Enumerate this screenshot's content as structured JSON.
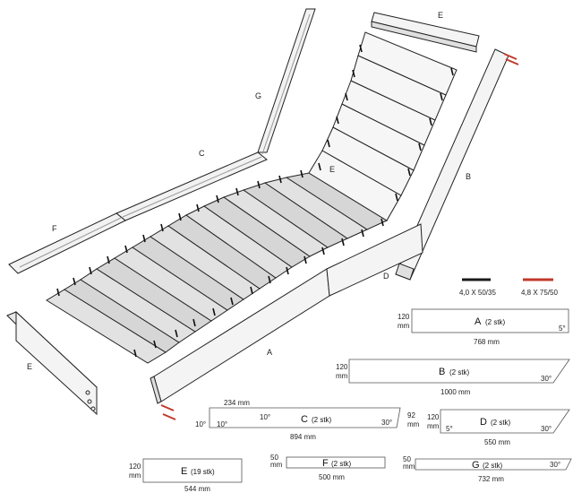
{
  "part_labels": {
    "a": "A",
    "b": "B",
    "c": "C",
    "d": "D",
    "e_top": "E",
    "e_mid": "E",
    "e_side": "E",
    "f": "F",
    "g": "G"
  },
  "screws": {
    "black": {
      "label": "4,0 X 50/35",
      "color": "#1a1a1a"
    },
    "red": {
      "label": "4,8 X 75/50",
      "color": "#c0392b"
    }
  },
  "parts": [
    {
      "id": "A",
      "qty": "(2 stk)",
      "height": "120",
      "height_unit": "mm",
      "length": "768 mm",
      "angle_right": "5°"
    },
    {
      "id": "B",
      "qty": "(2 stk)",
      "height": "120",
      "height_unit": "mm",
      "length": "1000 mm",
      "angle_right": "30°"
    },
    {
      "id": "C",
      "qty": "(2 stk)",
      "height": "92",
      "height_unit": "mm",
      "length": "894 mm",
      "extra_len": "234 mm",
      "angle_a": "10°",
      "angle_b": "10°",
      "angle_c": "10°",
      "angle_right": "30°"
    },
    {
      "id": "D",
      "qty": "(2 stk)",
      "height": "120",
      "height_unit": "mm",
      "length": "550 mm",
      "angle_left": "5°",
      "angle_right": "30°"
    },
    {
      "id": "E",
      "qty": "(19 stk)",
      "height": "120",
      "height_unit": "mm",
      "length": "544 mm"
    },
    {
      "id": "F",
      "qty": "(2 stk)",
      "height": "50",
      "height_unit": "mm",
      "length": "500 mm"
    },
    {
      "id": "G",
      "qty": "(2 stk)",
      "height": "50",
      "height_unit": "mm",
      "length": "732 mm",
      "angle_right": "30°"
    }
  ],
  "colors": {
    "board": "#f4f4f4",
    "slat_seat": "#d9d9d9",
    "outline": "#222222",
    "accent_red": "#c0392b"
  }
}
